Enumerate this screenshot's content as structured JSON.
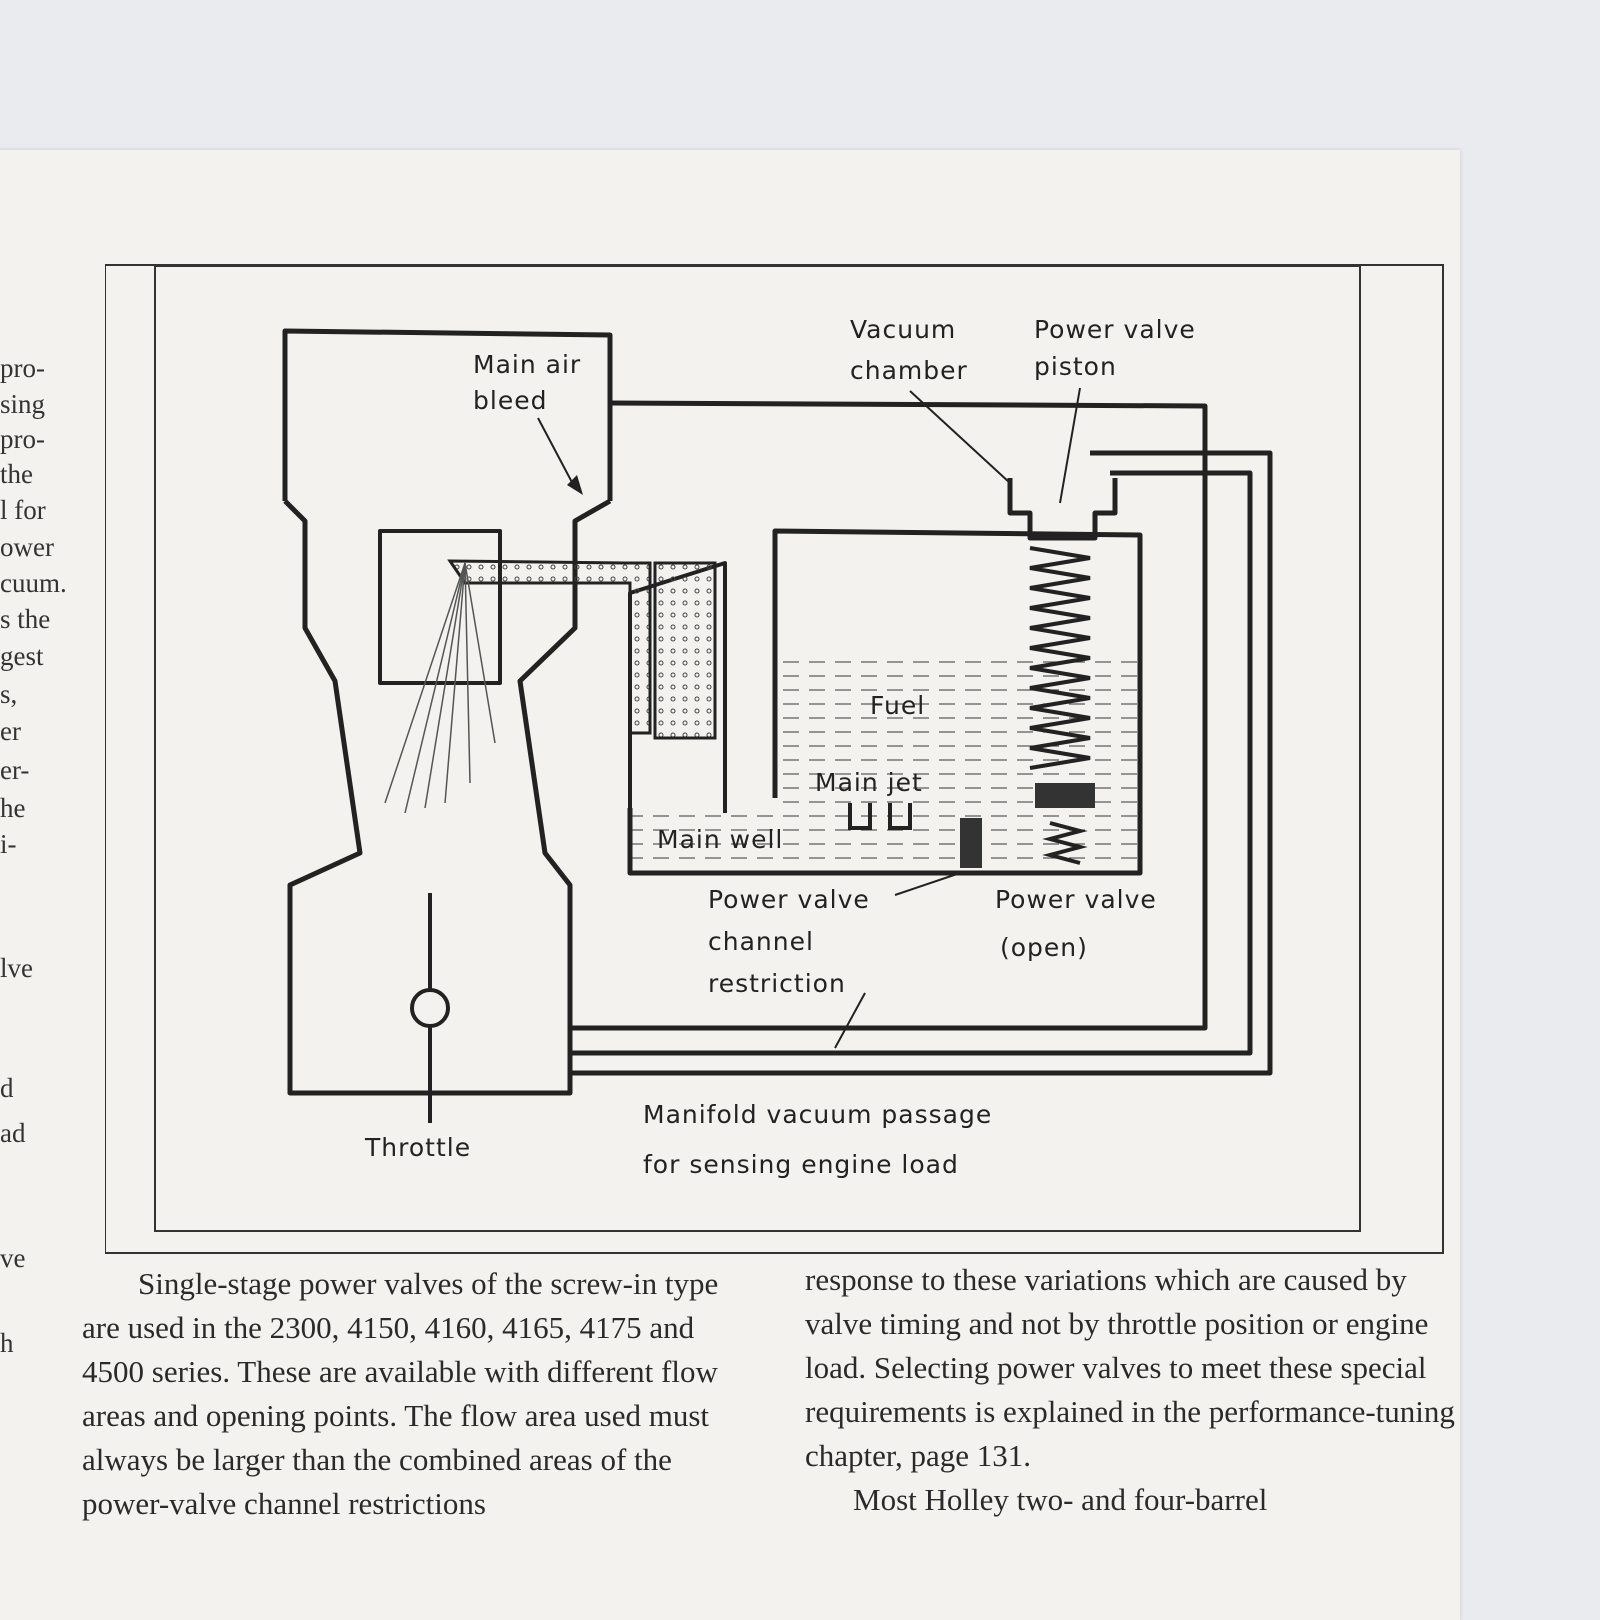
{
  "left_margin_fragments": [
    "pro-",
    "sing",
    "pro-",
    "the",
    "l for",
    "ower",
    "cuum.",
    "s the",
    "gest",
    "s,",
    "er",
    "er-",
    "he",
    "i-",
    "lve",
    "d",
    "ad",
    "ve",
    "h"
  ],
  "figure": {
    "labels": {
      "main_air_bleed_1": "Main air",
      "main_air_bleed_2": "bleed",
      "vacuum_chamber_1": "Vacuum",
      "vacuum_chamber_2": "chamber",
      "power_valve_piston_1": "Power valve",
      "power_valve_piston_2": "piston",
      "fuel": "Fuel",
      "main_jet": "Main jet",
      "main_well": "Main well",
      "pv_channel_1": "Power valve",
      "pv_channel_2": "channel",
      "pv_channel_3": "restriction",
      "pv_open_1": "Power valve",
      "pv_open_2": "(open)",
      "throttle": "Throttle",
      "manifold_1": "Manifold vacuum passage",
      "manifold_2": "for sensing engine load"
    }
  },
  "body_text": {
    "left_column": "Single-stage power valves of the screw-in type are used in the 2300, 4150, 4160, 4165, 4175 and 4500 series. These are available with different flow areas and opening points. The flow area used must always be larger than the combined areas of the power-valve channel restrictions",
    "right_column_p1": "response to these variations which are caused by valve timing and not by throttle position or engine load. Selecting power valves to meet these special requirements is explained in the performance-tuning chapter, page 131.",
    "right_column_p2": "Most Holley two- and four-barrel"
  }
}
